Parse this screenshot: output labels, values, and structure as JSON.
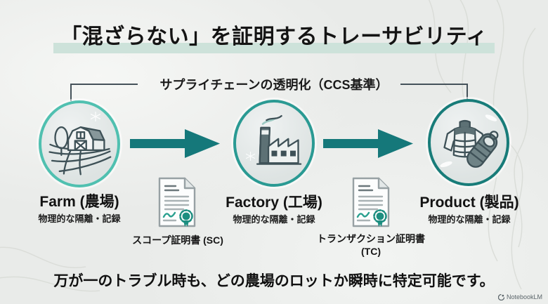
{
  "slide": {
    "title": "「混ざらない」を証明するトレーサビリティ",
    "subtitle": "サプライチェーンの透明化（CCS基準）",
    "bottom_message": "万が一のトラブル時も、どの農場のロットか瞬時に特定可能です。",
    "watermark": "NotebookLM"
  },
  "nodes": [
    {
      "id": "farm",
      "label": "Farm (農場)",
      "sublabel": "物理的な隔離・記録",
      "icon": "barn-icon",
      "border_color": "#50c0b0"
    },
    {
      "id": "factory",
      "label": "Factory (工場)",
      "sublabel": "物理的な隔離・記録",
      "icon": "factory-icon",
      "border_color": "#2a9a93"
    },
    {
      "id": "product",
      "label": "Product (製品)",
      "sublabel": "物理的な隔離・記録",
      "icon": "apparel-icon",
      "border_color": "#187c79"
    }
  ],
  "certificates": [
    {
      "label": "スコープ証明書 (SC)",
      "line2": "",
      "icon": "certificate-icon"
    },
    {
      "label": "トランザクション証明書",
      "line2": "(TC)",
      "icon": "certificate-icon"
    }
  ],
  "colors": {
    "arrow": "#15787a",
    "title_highlight": "#cde2da",
    "background": "#e9ebe9",
    "connector_line": "#45525a",
    "icon_stroke": "#3e5157"
  }
}
